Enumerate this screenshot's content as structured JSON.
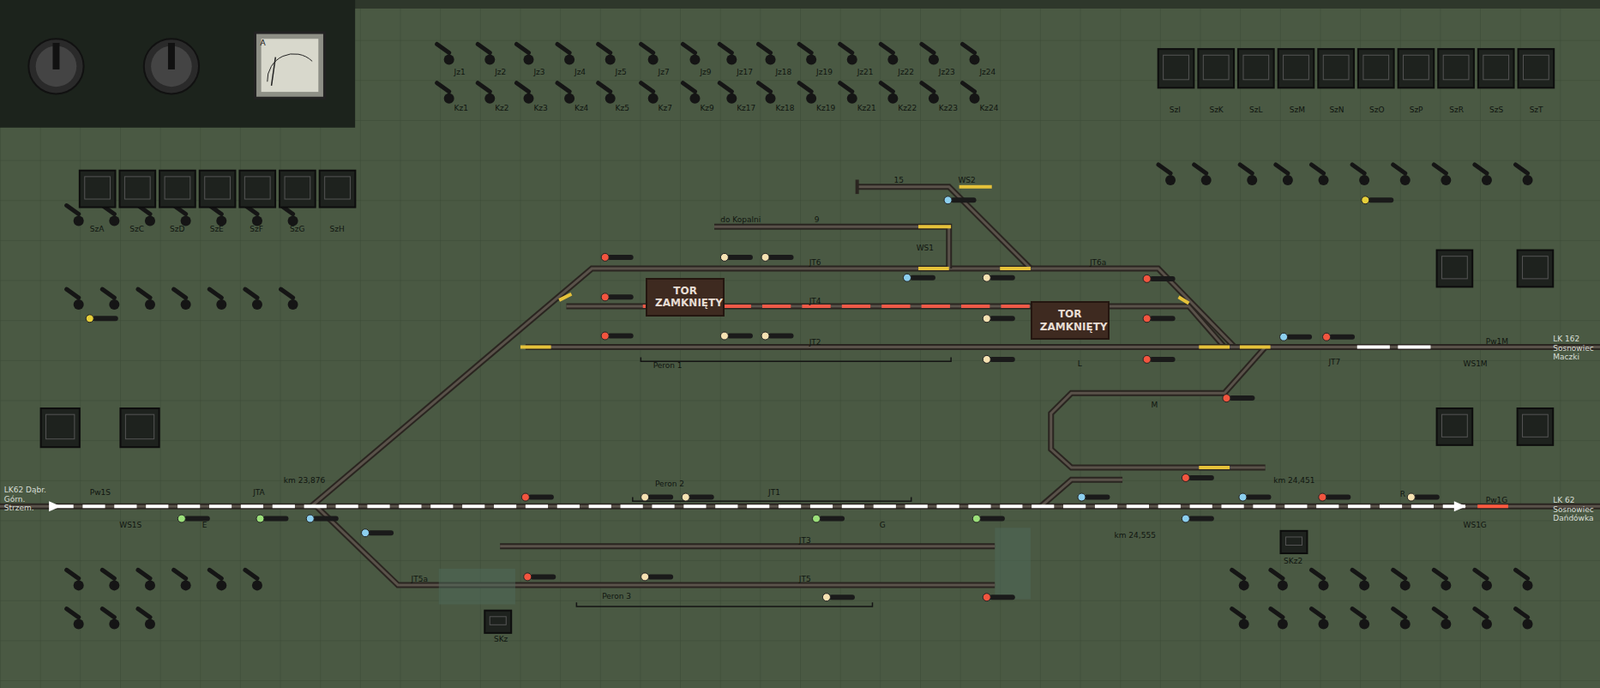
{
  "diagram": {
    "nodes": [
      {
        "text": [
          "TOR ZAMKNIĘTY"
        ]
      },
      {
        "text": [
          "TOR ZAMKNIĘTY"
        ]
      }
    ],
    "labels": [
      "Jz1",
      "Jz2",
      "Jz3",
      "Jz4",
      "Jz5",
      "Jz7",
      "Jz9",
      "Jz17",
      "Jz18",
      "Jz19",
      "Jz21",
      "Jz22",
      "Jz23",
      "Jz24",
      "Kz1",
      "Kz2",
      "Kz3",
      "Kz4",
      "Kz5",
      "Kz7",
      "Kz9",
      "Kz17",
      "Kz18",
      "Kz19",
      "Kz21",
      "Kz22",
      "Kz23",
      "Kz24",
      "SzI",
      "SzK",
      "SzL",
      "SzM",
      "SzN",
      "SzO",
      "SzP",
      "SzR",
      "SzS",
      "SzT",
      "SzA",
      "SzC",
      "SzD",
      "SzE",
      "SzF",
      "SzG",
      "SzH",
      "JT6",
      "JT4",
      "JT2",
      "JT6a",
      "JT7",
      "JT1",
      "JT3",
      "JT5",
      "JTA",
      "JT5a",
      "Peron 1",
      "Peron 2",
      "Peron 3",
      "do Kopalni",
      "9",
      "15",
      "WS1",
      "WS2",
      "km 23,876",
      "km 24,451",
      "km 24,555",
      "LK62 Dąbr. Górn. Strzem.",
      "LK 162 Sosnowiec Maczki",
      "LK 62 Sosnowiec Dańdówka",
      "Pw1S",
      "WS1S",
      "Pw1M",
      "WS1M",
      "Pw1G",
      "WS1G",
      "SKz",
      "SKz2",
      "A",
      "E",
      "R",
      "L",
      "M",
      "G"
    ]
  }
}
